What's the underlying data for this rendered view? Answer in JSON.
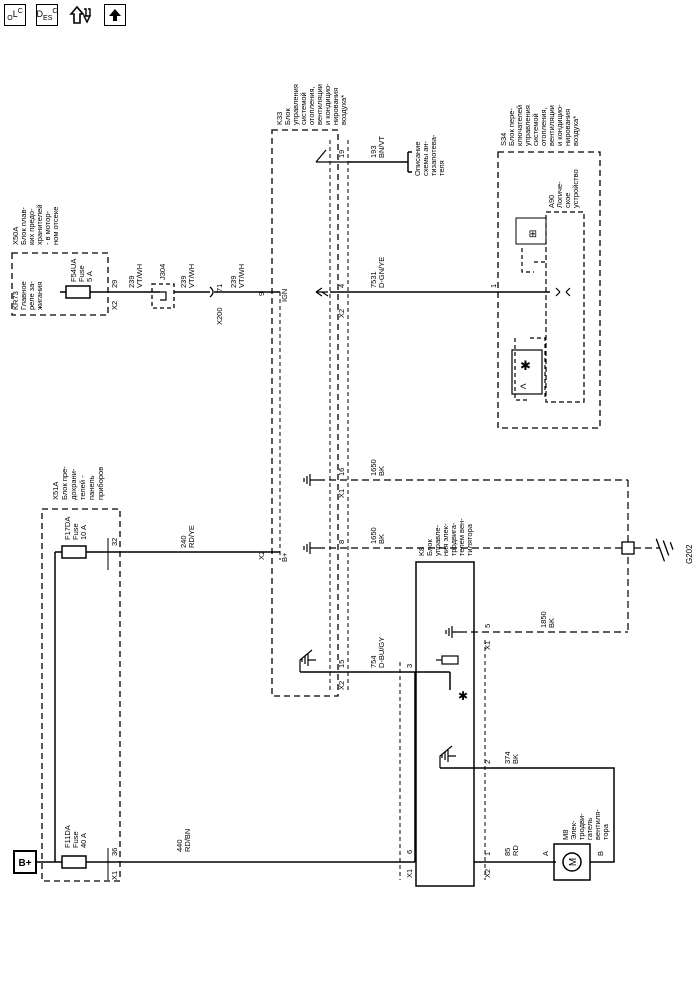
{
  "toolbar": {
    "loc": {
      "top": "L",
      "sub": "O",
      "sup": "C"
    },
    "desc": {
      "top": "D",
      "sub": "E",
      "mid": "S",
      "sup": "C"
    }
  },
  "battery": "B+",
  "fuse_blocks": {
    "x50a": {
      "id": "X50A",
      "desc": [
        "Блок плав-",
        "ких предо-",
        "хранителей",
        "- в мотор-",
        "ном отсеке"
      ]
    },
    "x51a": {
      "id": "X51A",
      "desc": [
        "Блок пре-",
        "дохрани-",
        "телей -",
        "панель",
        "приборов"
      ]
    }
  },
  "relay_kr73": {
    "id": "KR73",
    "desc": [
      "Главное",
      "реле за-",
      "жигания"
    ]
  },
  "fuses": {
    "f54ua": [
      "F54UA",
      "Fuse",
      "5 A"
    ],
    "f17da": [
      "F17DA",
      "Fuse",
      "10 A"
    ],
    "f11da": [
      "F11DA",
      "Fuse",
      "40 A"
    ]
  },
  "k33": {
    "id": "K33",
    "desc": [
      "Блок",
      "управления",
      "системой",
      "отопления,",
      "вентиляции",
      "и кондицио-",
      "нирования",
      "воздуха*"
    ]
  },
  "s34": {
    "id": "S34",
    "desc": [
      "Блок пере-",
      "ключателей",
      "управления",
      "системой",
      "отопления,",
      "вентиляции",
      "и кондицио-",
      "нирования",
      "воздуха*"
    ]
  },
  "a90": {
    "id": "A90",
    "desc": [
      "Логиче-",
      "ское",
      "устройство"
    ]
  },
  "k8": {
    "id": "K8",
    "desc": [
      "Блок",
      "управле-",
      "ния элек-",
      "тродвига-",
      "телем вен-",
      "тилятора"
    ]
  },
  "m8": {
    "id": "M8",
    "desc": [
      "Элек-",
      "тродви-",
      "гатель",
      "вентиля-",
      "тора"
    ],
    "pin_a": "A",
    "pin_b": "B",
    "symbol": "M"
  },
  "ref_note": [
    "Описание",
    "схемы ан-",
    "тизапотева-",
    "теля"
  ],
  "ground": "G202",
  "connectors": {
    "x1": "X1",
    "x2": "X2",
    "x200": "X200",
    "j304": "J304"
  },
  "pins": {
    "x50a_29": "29",
    "x200_71": "71",
    "k33_9": "9",
    "k33_19": "19",
    "k33_4": "4",
    "k33_16": "16",
    "k33_8": "8",
    "k33_15": "15",
    "x51a_32": "32",
    "x51a_36": "36",
    "k8_3": "3",
    "k8_5": "5",
    "k8_6": "6",
    "k8_2": "2",
    "k8_1": "1",
    "s34_1": "1"
  },
  "k33_labels": {
    "ign": "IGN",
    "bplus": "B+"
  },
  "wires": {
    "w239a": [
      "239",
      "VT/WH"
    ],
    "w239b": [
      "239",
      "VT/WH"
    ],
    "w239c": [
      "239",
      "VT/WH"
    ],
    "w193": [
      "193",
      "BN/VT"
    ],
    "w7531": [
      "7531",
      "D-GN/YE"
    ],
    "w1650a": [
      "1650",
      "BK"
    ],
    "w1650b": [
      "1650",
      "BK"
    ],
    "w1850": [
      "1850",
      "BK"
    ],
    "w240": [
      "240",
      "RD/YE"
    ],
    "w754": [
      "754",
      "D-BU/GY"
    ],
    "w374": [
      "374",
      "BK"
    ],
    "w440": [
      "440",
      "RD/BN"
    ],
    "w85": [
      "85",
      "RD"
    ]
  }
}
